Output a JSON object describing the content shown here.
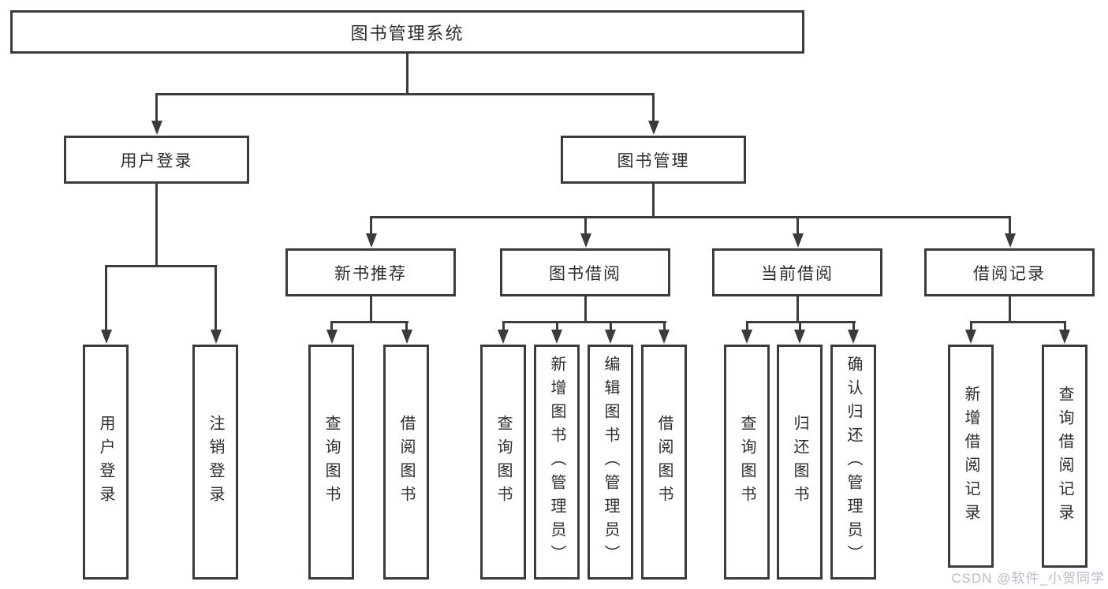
{
  "diagram": {
    "root": {
      "label": "图书管理系统"
    },
    "level2": [
      {
        "label": "用户登录"
      },
      {
        "label": "图书管理"
      }
    ],
    "level3": [
      {
        "label": "新书推荐"
      },
      {
        "label": "图书借阅"
      },
      {
        "label": "当前借阅"
      },
      {
        "label": "借阅记录"
      }
    ],
    "leaves": {
      "user_login": [
        "用户登录",
        "注销登录"
      ],
      "new_book_recommend": [
        "查询图书",
        "借阅图书"
      ],
      "book_borrow": [
        "查询图书",
        "新增图书（管理员）",
        "编辑图书（管理员）",
        "借阅图书"
      ],
      "current_borrow": [
        "查询图书",
        "归还图书",
        "确认归还（管理员）"
      ],
      "borrow_records": [
        "新增借阅记录",
        "查询借阅记录"
      ]
    }
  },
  "watermark": "CSDN @软件_小贺同学",
  "colors": {
    "line": "#3b3b3b",
    "text": "#2e2e2e",
    "watermark": "#b6bcc6",
    "background": "#ffffff"
  }
}
